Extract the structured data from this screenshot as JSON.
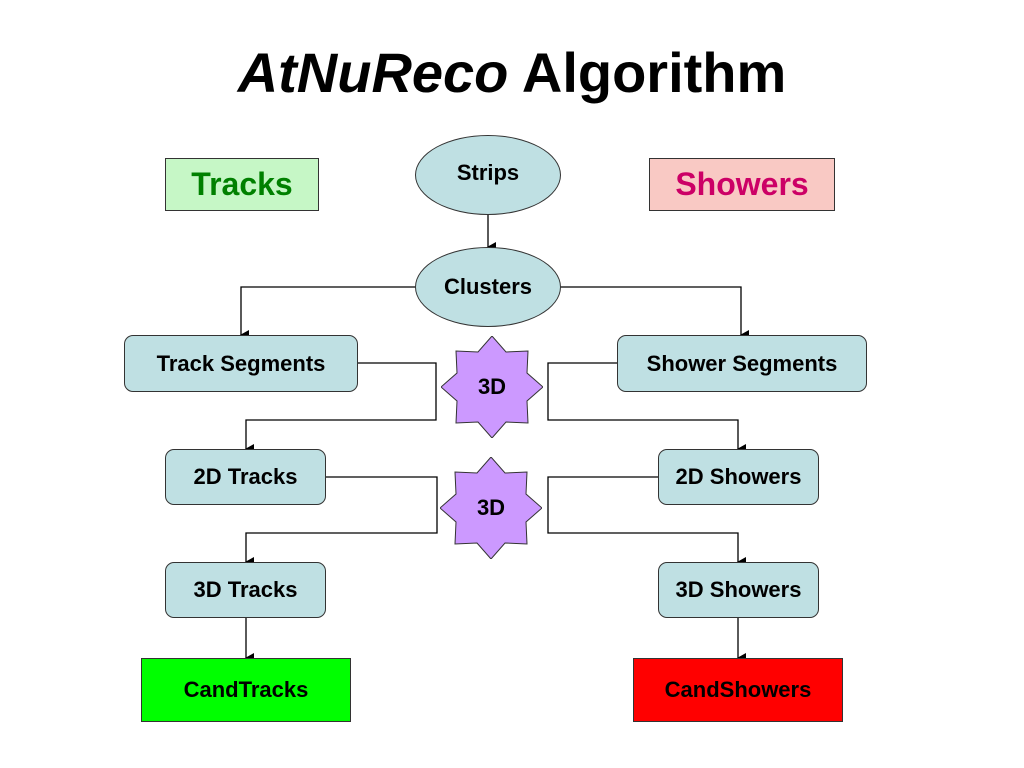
{
  "title": {
    "italic": "AtNuReco",
    "rest": " Algorithm"
  },
  "labels": {
    "tracks": "Tracks",
    "showers": "Showers"
  },
  "nodes": {
    "strips": "Strips",
    "clusters": "Clusters",
    "track_segments": "Track Segments",
    "shower_segments": "Shower Segments",
    "tracks_2d": "2D Tracks",
    "showers_2d": "2D Showers",
    "tracks_3d": "3D Tracks",
    "showers_3d": "3D Showers",
    "cand_tracks": "CandTracks",
    "cand_showers": "CandShowers"
  },
  "stars": [
    {
      "label": "3D"
    },
    {
      "label": "3D"
    }
  ],
  "colors": {
    "node_fill": "#bfe0e3",
    "tracks_label_bg": "#c6f7c6",
    "tracks_label_text": "#008000",
    "showers_label_bg": "#f9c9c4",
    "showers_label_text": "#cc0066",
    "cand_tracks_bg": "#00ff00",
    "cand_showers_bg": "#ff0000",
    "star_fill": "#cc99ff"
  }
}
